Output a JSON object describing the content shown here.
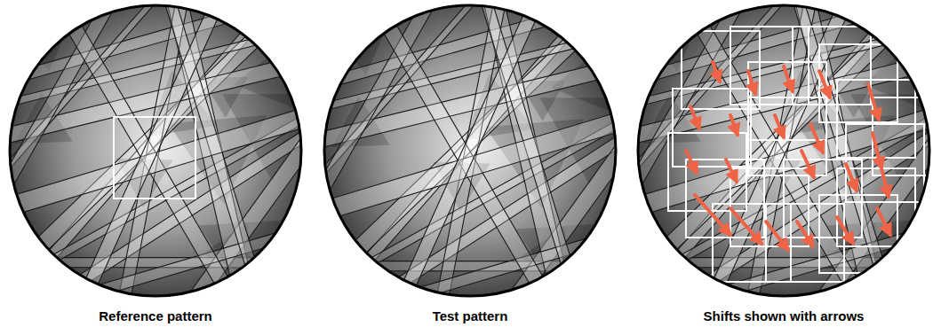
{
  "diagram": {
    "labels": [
      "Reference pattern",
      "Test pattern",
      "Shifts shown with arrows"
    ]
  }
}
